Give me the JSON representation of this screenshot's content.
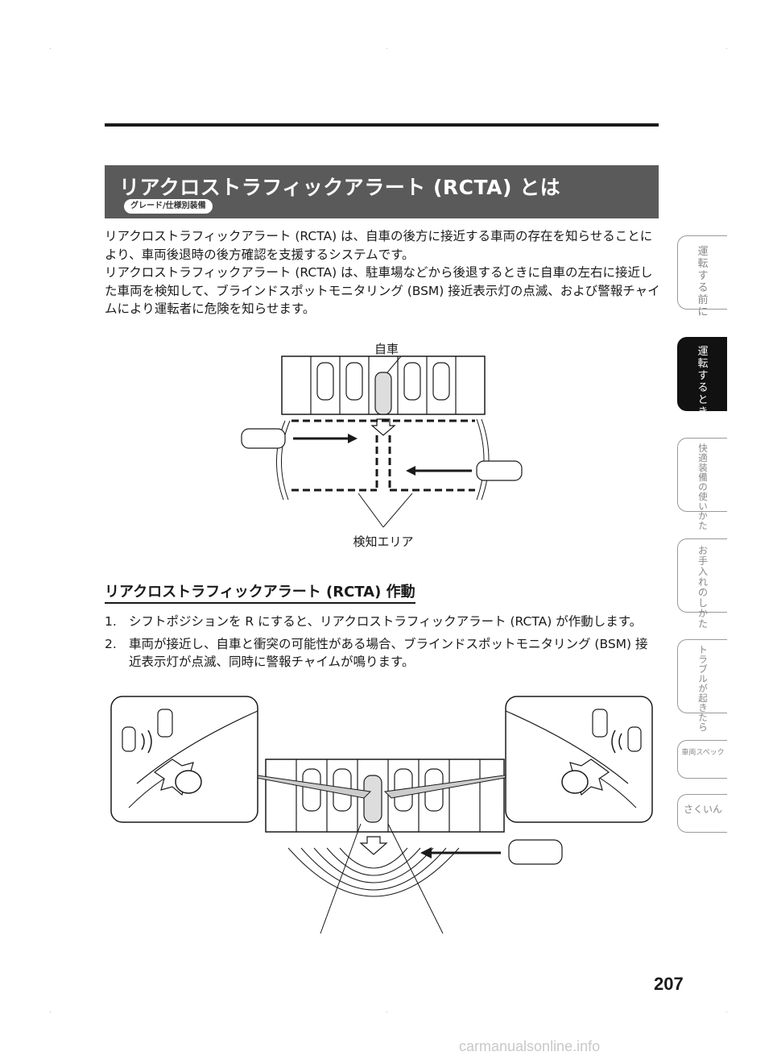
{
  "section": {
    "title": "リアクロストラフィックアラート (RCTA) とは",
    "badge": "グレード/仕様別装備"
  },
  "intro": [
    "リアクロストラフィックアラート (RCTA) は、自車の後方に接近する車両の存在を知らせることにより、車両後退時の後方確認を支援するシステムです。",
    "リアクロストラフィックアラート (RCTA) は、駐車場などから後退するときに自車の左右に接近した車両を検知して、ブラインドスポットモニタリング (BSM) 接近表示灯の点滅、および警報チャイムにより運転者に危険を知らせます。"
  ],
  "figure1": {
    "label_own_car": "自車",
    "label_detection_area": "検知エリア"
  },
  "subheading": "リアクロストラフィックアラート (RCTA) 作動",
  "steps": [
    {
      "num": "1.",
      "text": "シフトポジションを R にすると、リアクロストラフィックアラート (RCTA) が作動します。"
    },
    {
      "num": "2.",
      "text": "車両が接近し、自車と衝突の可能性がある場合、ブラインドスポットモニタリング (BSM) 接近表示灯が点滅、同時に警報チャイムが鳴ります。"
    }
  ],
  "page_number": "207",
  "watermark": "carmanualsonline.info",
  "tabs": [
    {
      "label": "運転する前に",
      "active": false
    },
    {
      "label": "運転するときに",
      "active": true
    },
    {
      "label": "快適装備の使いかた",
      "active": false
    },
    {
      "label": "お手入れのしかた",
      "active": false
    },
    {
      "label": "トラブルが起きたら",
      "active": false
    },
    {
      "label": "車両スペック",
      "active": false
    },
    {
      "label": "さくいん",
      "active": false
    }
  ],
  "colors": {
    "header_bg": "#5a5a5a",
    "active_tab_bg": "#111111",
    "text": "#1a1a1a"
  }
}
